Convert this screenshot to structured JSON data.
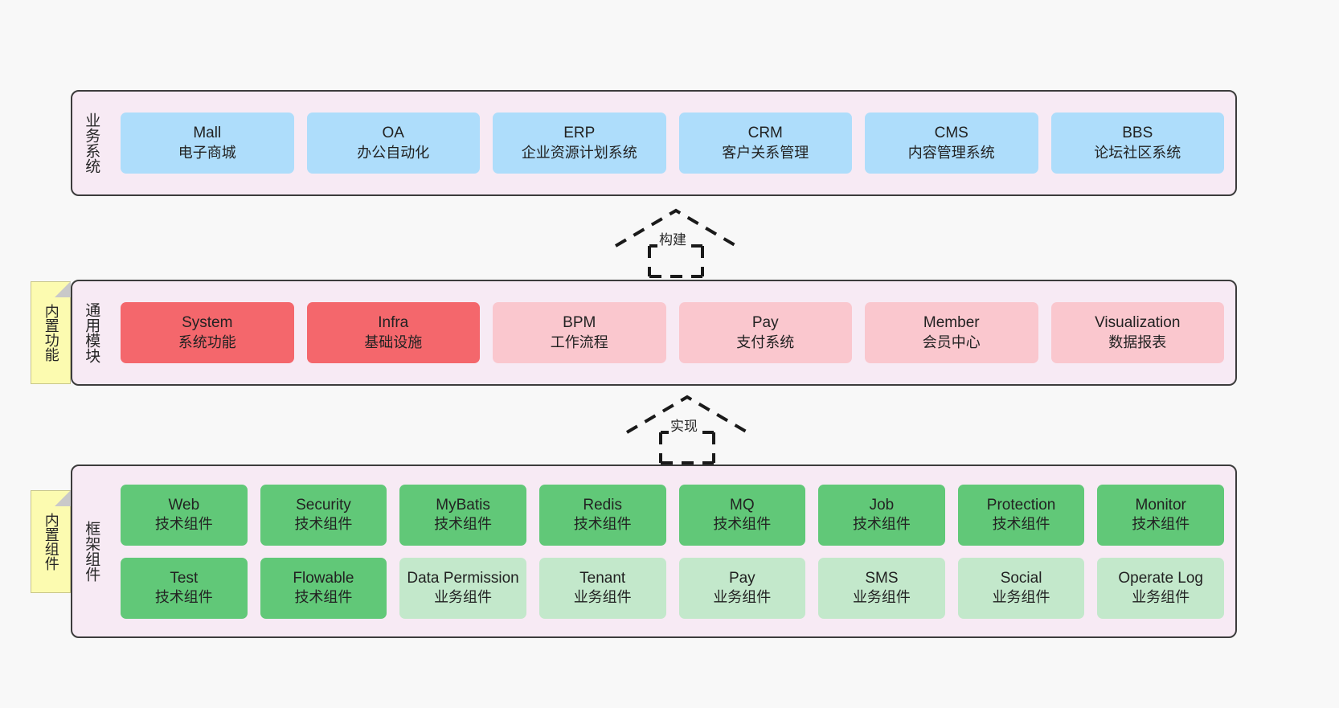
{
  "diagram": {
    "type": "layered-architecture",
    "background_color": "#f8f8f8",
    "container_color": "#f7eaf4",
    "layers": [
      {
        "id": "business",
        "title": "业务系统",
        "cards": [
          {
            "title": "Mall",
            "sub": "电子商城",
            "style": "blue"
          },
          {
            "title": "OA",
            "sub": "办公自动化",
            "style": "blue"
          },
          {
            "title": "ERP",
            "sub": "企业资源计划系统",
            "style": "blue"
          },
          {
            "title": "CRM",
            "sub": "客户关系管理",
            "style": "blue"
          },
          {
            "title": "CMS",
            "sub": "内容管理系统",
            "style": "blue"
          },
          {
            "title": "BBS",
            "sub": "论坛社区系统",
            "style": "blue"
          }
        ]
      },
      {
        "id": "common",
        "title": "通用模块",
        "note": "内置功能",
        "cards": [
          {
            "title": "System",
            "sub": "系统功能",
            "style": "red-dark"
          },
          {
            "title": "Infra",
            "sub": "基础设施",
            "style": "red-dark"
          },
          {
            "title": "BPM",
            "sub": "工作流程",
            "style": "red-light"
          },
          {
            "title": "Pay",
            "sub": "支付系统",
            "style": "red-light"
          },
          {
            "title": "Member",
            "sub": "会员中心",
            "style": "red-light"
          },
          {
            "title": "Visualization",
            "sub": "数据报表",
            "style": "red-light"
          }
        ]
      },
      {
        "id": "framework",
        "title": "框架组件",
        "note": "内置组件",
        "row1": [
          {
            "title": "Web",
            "sub": "技术组件",
            "style": "green-dark"
          },
          {
            "title": "Security",
            "sub": "技术组件",
            "style": "green-dark"
          },
          {
            "title": "MyBatis",
            "sub": "技术组件",
            "style": "green-dark"
          },
          {
            "title": "Redis",
            "sub": "技术组件",
            "style": "green-dark"
          },
          {
            "title": "MQ",
            "sub": "技术组件",
            "style": "green-dark"
          },
          {
            "title": "Job",
            "sub": "技术组件",
            "style": "green-dark"
          },
          {
            "title": "Protection",
            "sub": "技术组件",
            "style": "green-dark"
          },
          {
            "title": "Monitor",
            "sub": "技术组件",
            "style": "green-dark"
          }
        ],
        "row2": [
          {
            "title": "Test",
            "sub": "技术组件",
            "style": "green-dark"
          },
          {
            "title": "Flowable",
            "sub": "技术组件",
            "style": "green-dark"
          },
          {
            "title": "Data Permission",
            "sub": "业务组件",
            "style": "green-light"
          },
          {
            "title": "Tenant",
            "sub": "业务组件",
            "style": "green-light"
          },
          {
            "title": "Pay",
            "sub": "业务组件",
            "style": "green-light"
          },
          {
            "title": "SMS",
            "sub": "业务组件",
            "style": "green-light"
          },
          {
            "title": "Social",
            "sub": "业务组件",
            "style": "green-light"
          },
          {
            "title": "Operate Log",
            "sub": "业务组件",
            "style": "green-light"
          }
        ]
      }
    ],
    "connectors": [
      {
        "id": "build",
        "label": "构建",
        "from": "common",
        "to": "business",
        "style": "dashed-generalization"
      },
      {
        "id": "implement",
        "label": "实现",
        "from": "framework",
        "to": "common",
        "style": "dashed-generalization"
      }
    ],
    "palette": {
      "blue": "#aeddfb",
      "red_dark": "#f4676c",
      "red_light": "#fac7ce",
      "green_dark": "#61c878",
      "green_light": "#c3e8cb",
      "note_yellow": "#fcfbb0",
      "outline": "#3c3c3c"
    }
  }
}
